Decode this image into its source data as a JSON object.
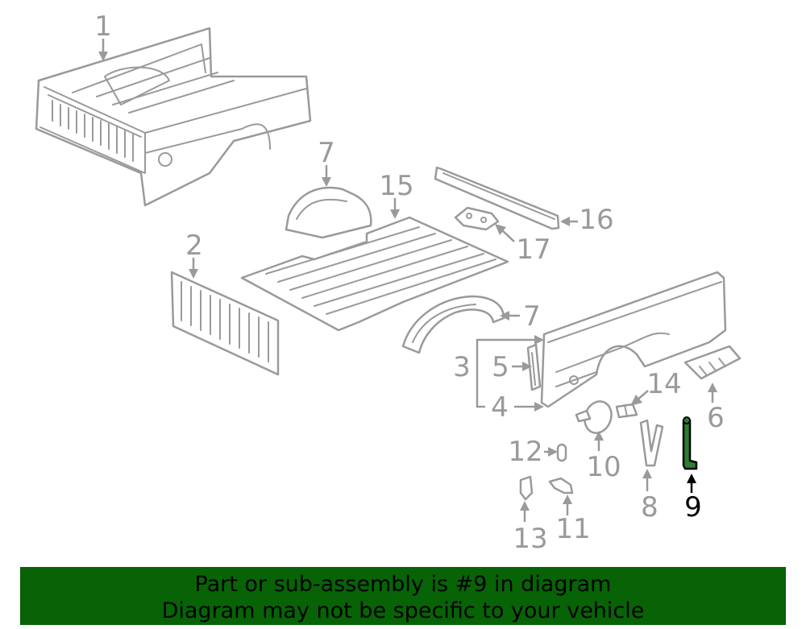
{
  "callouts": {
    "c1": "1",
    "c2": "2",
    "c3": "3",
    "c4": "4",
    "c5": "5",
    "c6": "6",
    "c7a": "7",
    "c7b": "7",
    "c8": "8",
    "c9": "9",
    "c10": "10",
    "c11": "11",
    "c12": "12",
    "c13": "13",
    "c14": "14",
    "c15": "15",
    "c16": "16",
    "c17": "17"
  },
  "highlight": {
    "part_number": "9",
    "color": "#2e7d32"
  },
  "banner": {
    "line1": "Part or sub-assembly is #9 in diagram",
    "line2": "Diagram may not be specific to your vehicle",
    "background": "#076306"
  }
}
